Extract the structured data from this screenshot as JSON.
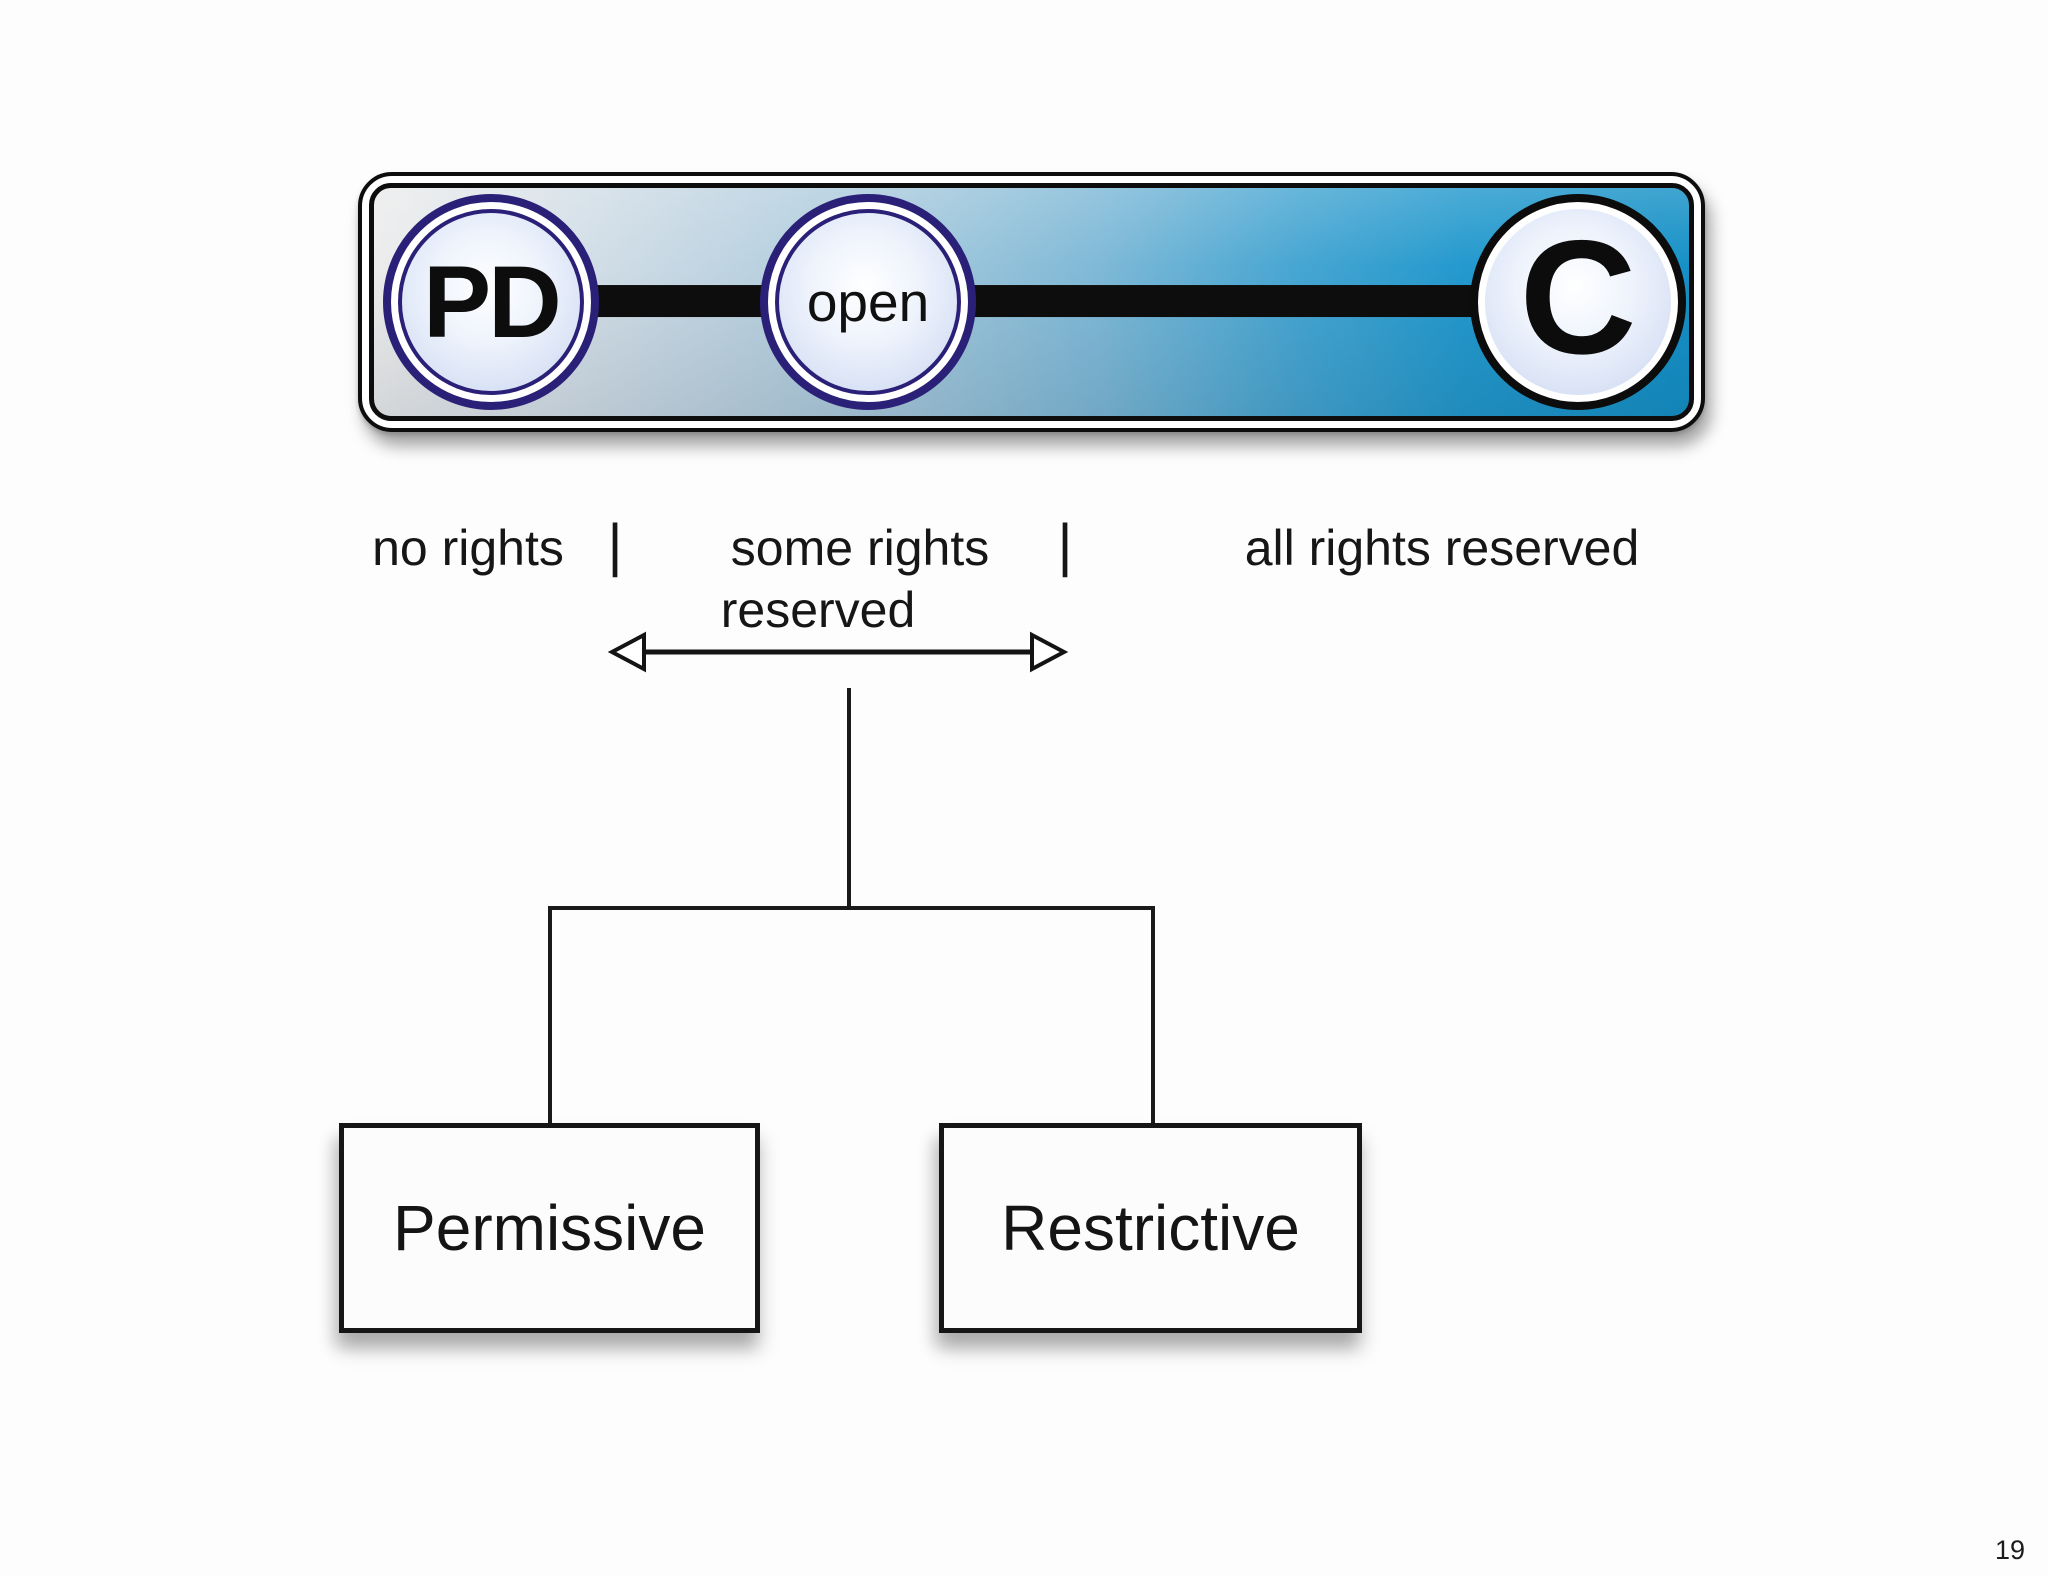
{
  "page": {
    "number": "19"
  },
  "spectrum_bar": {
    "pd_label": "PD",
    "open_label": "open",
    "copyright_label": "C"
  },
  "scale_labels": {
    "no_rights": "no rights",
    "separator": "|",
    "some_rights_line1": "some rights",
    "some_rights_line2": "reserved",
    "all_rights": "all rights reserved"
  },
  "tree": {
    "permissive_label": "Permissive",
    "restrictive_label": "Restrictive"
  },
  "colors": {
    "bar_gradient_left": "#ececec",
    "bar_gradient_right": "#1590c6",
    "badge_ring_navy": "#2b2077",
    "badge_ring_black": "#0c0c0c",
    "line_black": "#1a1a1a"
  },
  "icons": {
    "range_arrow": "double-headed-arrow"
  }
}
